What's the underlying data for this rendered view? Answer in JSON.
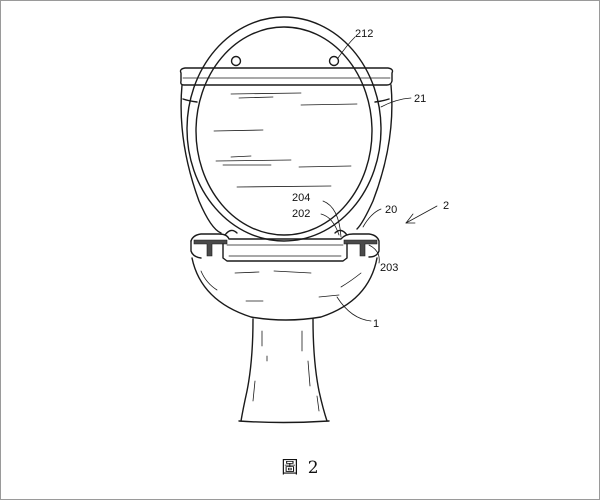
{
  "figure": {
    "caption": "圖 2"
  },
  "labels": {
    "l212": "212",
    "l21": "21",
    "l204": "204",
    "l202": "202",
    "l20": "20",
    "l2": "2",
    "l203": "203",
    "l1": "1"
  }
}
